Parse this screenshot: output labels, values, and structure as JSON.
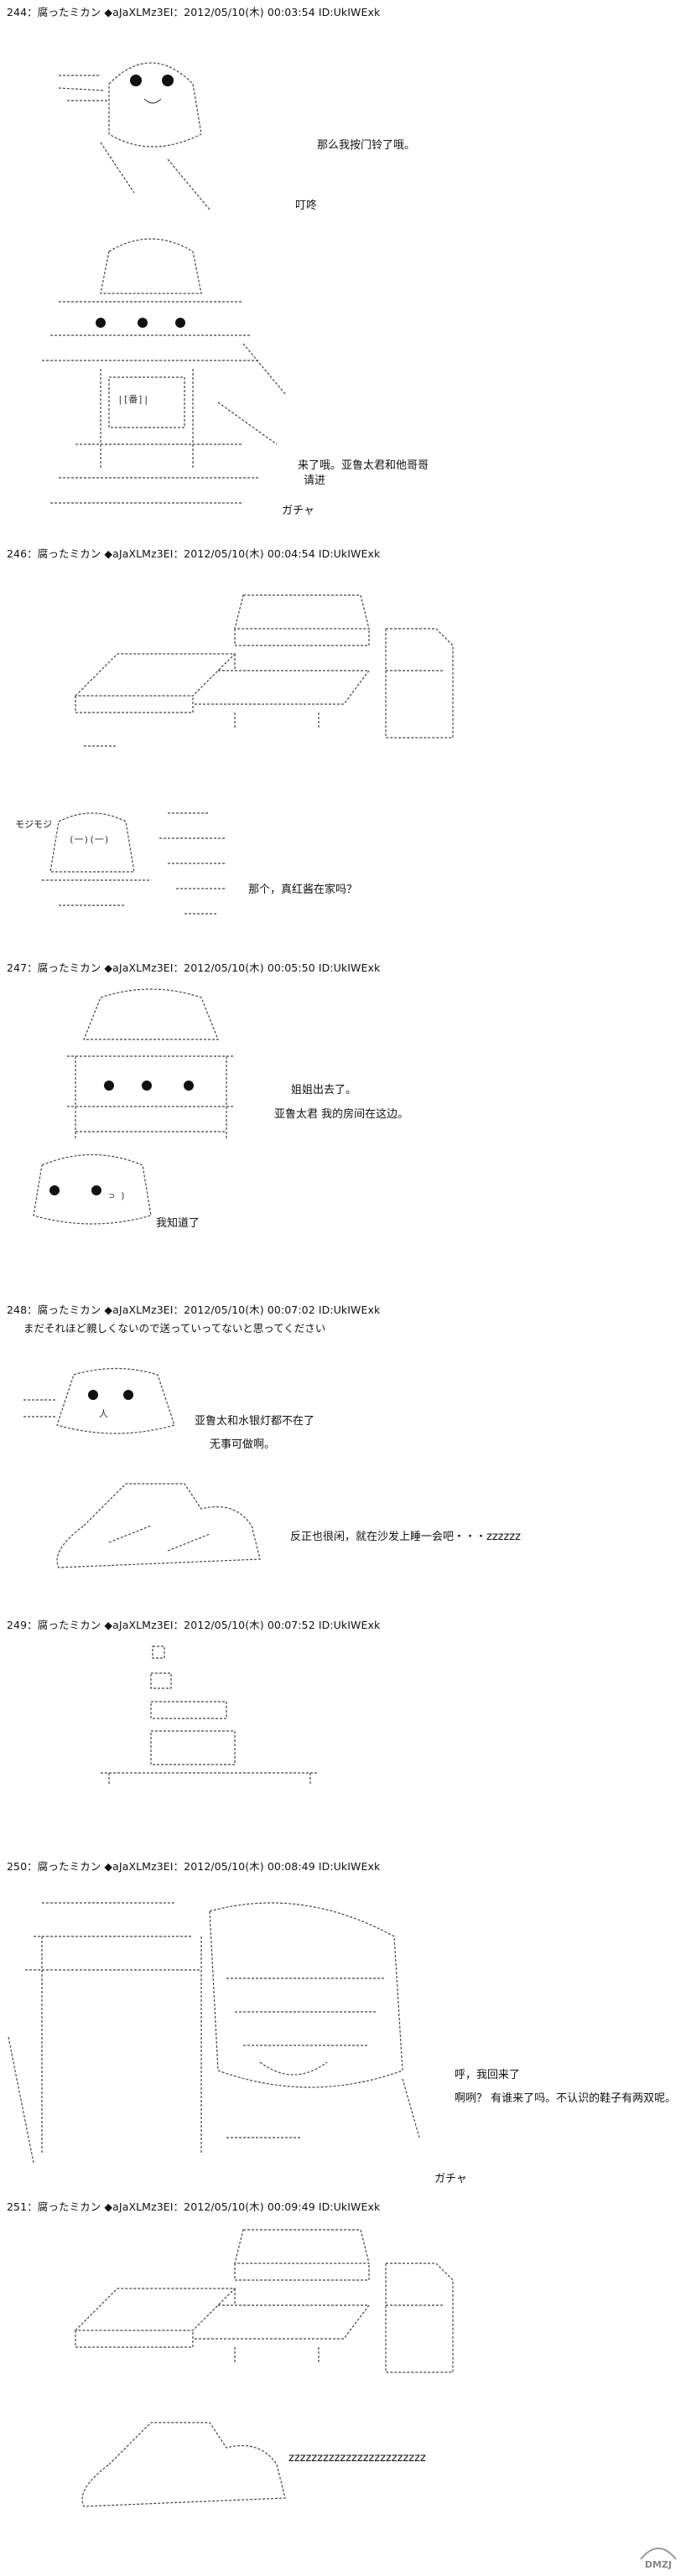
{
  "posts": [
    {
      "header": "244：腐ったミカン ◆aJaXLMz3EI：2012/05/10(木) 00:03:54 ID:UkIWExk"
    },
    {
      "header": "246：腐ったミカン ◆aJaXLMz3EI：2012/05/10(木) 00:04:54 ID:UkIWExk"
    },
    {
      "header": "247：腐ったミカン ◆aJaXLMz3EI：2012/05/10(木) 00:05:50 ID:UkIWExk"
    },
    {
      "header": "248：腐ったミカン ◆aJaXLMz3EI：2012/05/10(木) 00:07:02 ID:UkIWExk"
    },
    {
      "header": "249：腐ったミカン ◆aJaXLMz3EI：2012/05/10(木) 00:07:52 ID:UkIWExk"
    },
    {
      "header": "250：腐ったミカン ◆aJaXLMz3EI：2012/05/10(木) 00:08:49 ID:UkIWExk"
    },
    {
      "header": "251：腐ったミカン ◆aJaXLMz3EI：2012/05/10(木) 00:09:49 ID:UkIWExk"
    }
  ],
  "lines": {
    "l244_1": "那么我按门铃了哦。",
    "l244_2": "叮咚",
    "l244_3": "来了哦。亚鲁太君和他哥哥",
    "l244_4": "请进",
    "l244_5": "ガチャ",
    "l246_sfx": "モジモジ",
    "l246_1": "那个，真红酱在家吗？",
    "l247_1": "姐姐出去了。",
    "l247_2": "亚鲁太君 我的房间在这边。",
    "l247_3": "我知道了",
    "l248_0": "まだそれほど親しくないので送っていってないと思ってください",
    "l248_1": "亚鲁太和水银灯都不在了",
    "l248_2": "无事可做啊。",
    "l248_3": "反正也很闲，就在沙发上睡一会吧・・・zzzzzz",
    "l250_1": "呼，我回来了",
    "l250_2": "啊咧？ 有谁来了吗。不认识的鞋子有两双呢。",
    "l250_3": "ガチャ",
    "l251_1": "zzzzzzzzzzzzzzzzzzzzzzzz"
  },
  "watermark": {
    "text": "DMZJ"
  }
}
